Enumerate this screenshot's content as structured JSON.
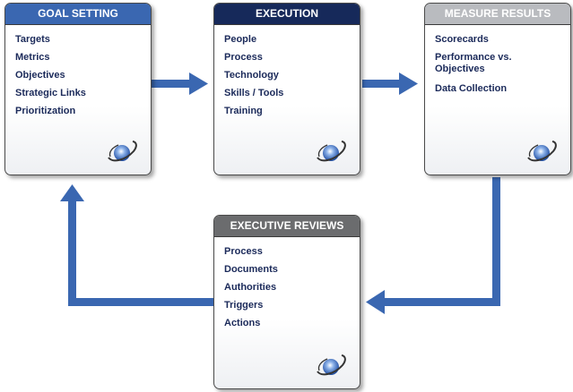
{
  "colors": {
    "arrow": "#3a67b1",
    "goal_header": "#3a67b1",
    "execution_header": "#16295a",
    "measure_header": "#b9bbbf",
    "reviews_header": "#6b6c6e",
    "item_text": "#1b2a5a"
  },
  "icon": "orbit-globe-logo-icon",
  "boxes": {
    "goal_setting": {
      "title": "GOAL SETTING",
      "items": [
        "Targets",
        "Metrics",
        "Objectives",
        "Strategic Links",
        "Prioritization"
      ]
    },
    "execution": {
      "title": "EXECUTION",
      "items": [
        "People",
        "Process",
        "Technology",
        "Skills / Tools",
        "Training"
      ]
    },
    "measure_results": {
      "title": "MEASURE RESULTS",
      "items": [
        "Scorecards",
        "Performance vs.\nObjectives",
        "Data Collection"
      ]
    },
    "executive_reviews": {
      "title": "EXECUTIVE REVIEWS",
      "items": [
        "Process",
        "Documents",
        "Authorities",
        "Triggers",
        "Actions"
      ]
    }
  }
}
